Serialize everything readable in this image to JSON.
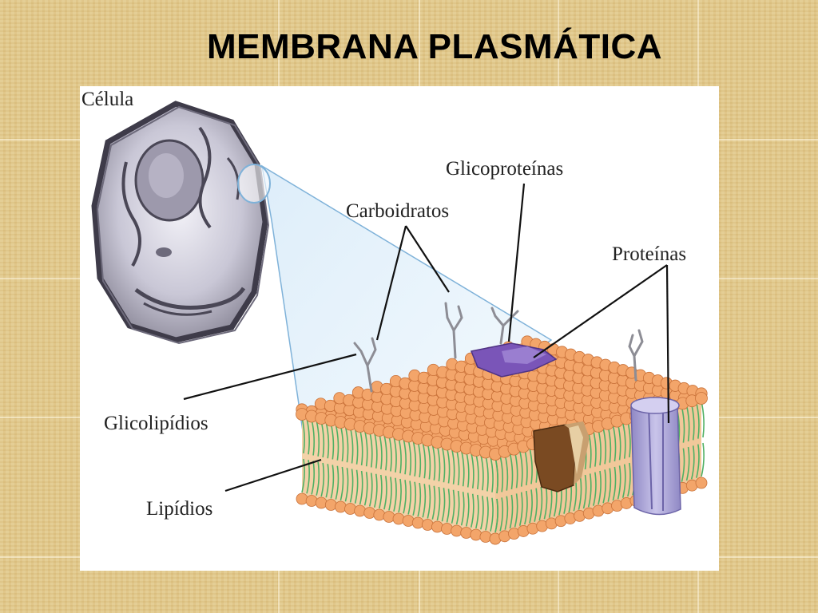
{
  "title": "MEMBRANA PLASMÁTICA",
  "diagram": {
    "labels": {
      "cell": "Célula",
      "glycoproteins": "Glicoproteínas",
      "carbohydrates": "Carboidratos",
      "proteins": "Proteínas",
      "glycolipids": "Glicolipídios",
      "lipids": "Lipídios"
    }
  },
  "colors": {
    "background": "#e2c889",
    "lipid_head": "#f3a56a",
    "lipid_tail": "#4fb064",
    "glycoprotein": "#7a55b8",
    "channel_protein": "#b3acd8",
    "integral_protein": "#7a4a22",
    "cell": "#8a8797"
  }
}
